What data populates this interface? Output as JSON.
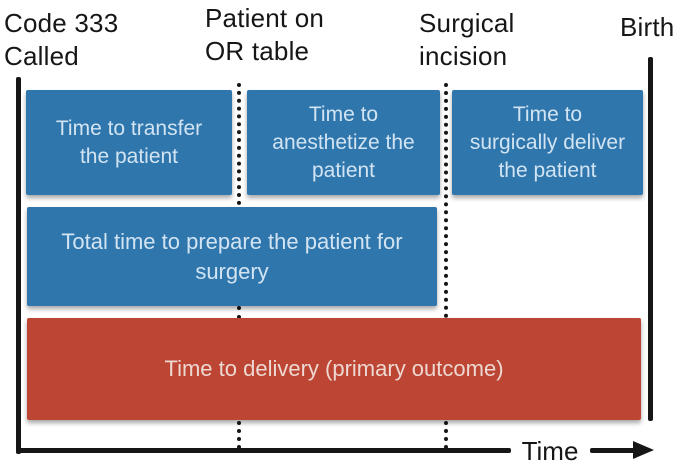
{
  "diagram": {
    "milestones": [
      {
        "name": "code-333-called",
        "lines": "Code 333\nCalled"
      },
      {
        "name": "patient-on-or-table",
        "lines": "Patient on\nOR table"
      },
      {
        "name": "surgical-incision",
        "lines": "Surgical\nincision"
      },
      {
        "name": "birth",
        "lines": "Birth"
      }
    ],
    "intervals": [
      {
        "name": "time-to-transfer",
        "label": "Time to transfer\nthe patient"
      },
      {
        "name": "time-to-anesthetize",
        "label": "Time to\nanesthetize the\npatient"
      },
      {
        "name": "time-to-deliver",
        "label": "Time to\nsurgically deliver\nthe patient"
      },
      {
        "name": "total-prep-time",
        "label": "Total time to prepare the patient for\nsurgery"
      },
      {
        "name": "time-to-delivery-outcome",
        "label": "Time to delivery (primary outcome)"
      }
    ],
    "axis": {
      "label": "Time"
    }
  },
  "colors": {
    "interval_blue": "#2f76ad",
    "outcome_red": "#bc4533",
    "line_ink": "#161616",
    "blue_box_text": "#d2e4f2",
    "red_box_text": "#eed8d2"
  }
}
